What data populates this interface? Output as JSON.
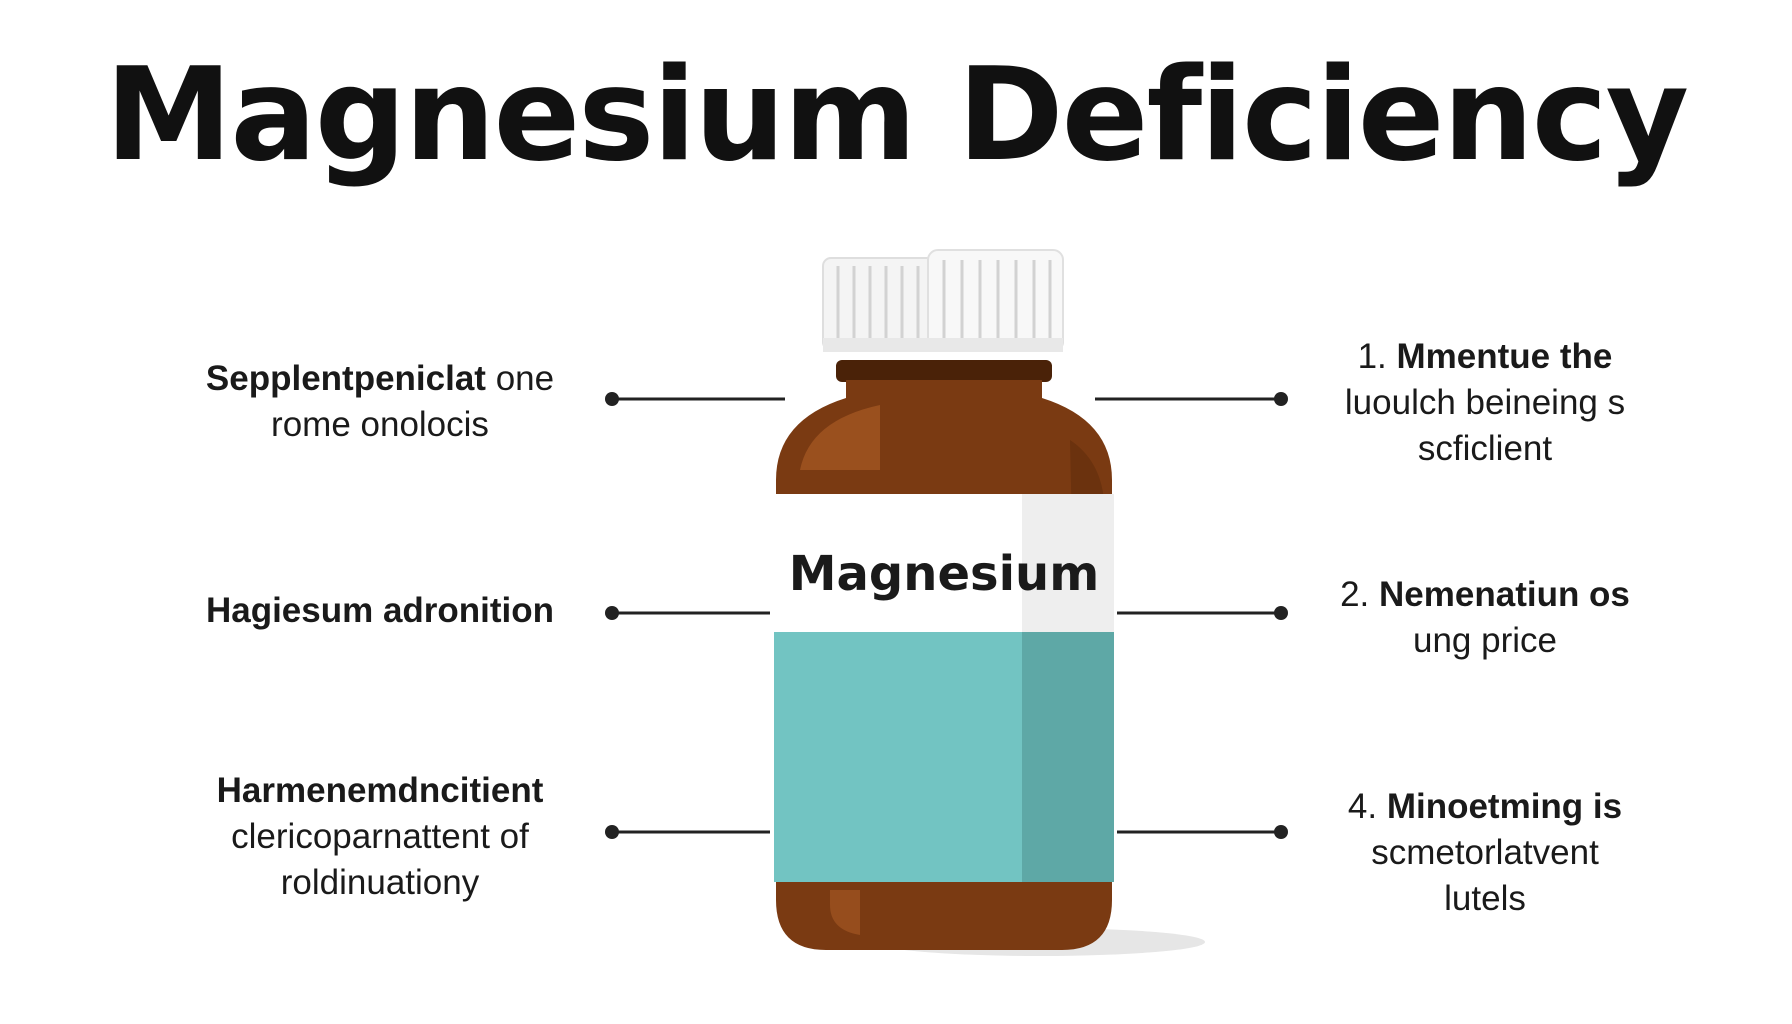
{
  "title": "Magnesium Deficiency",
  "bottle": {
    "label": "Magnesium",
    "colors": {
      "glass": "#7a3a12",
      "glass_highlight": "#a85a24",
      "cap": "#f4f4f4",
      "label_white": "#ffffff",
      "label_teal": "#72c4c2",
      "label_teal_shade": "#5ea8a6"
    }
  },
  "callouts": {
    "left": [
      {
        "lines": [
          {
            "text": "Sepplentpeniclat",
            "bold": true,
            "rest": " one"
          },
          {
            "text": "rome onolocis",
            "bold": false
          }
        ]
      },
      {
        "lines": [
          {
            "text": "Hagiesum adronition",
            "bold": true
          }
        ]
      },
      {
        "lines": [
          {
            "text": "Harmenemdncitient",
            "bold": true
          },
          {
            "text": "clericoparnattent of",
            "bold": false
          },
          {
            "text": "roldinuationy",
            "bold": false
          }
        ]
      }
    ],
    "right": [
      {
        "number": "1.",
        "lines": [
          {
            "text": "Mmentue the",
            "bold": true
          },
          {
            "text": "luoulch beineing s",
            "bold": false
          },
          {
            "text": "scficlient",
            "bold": false
          }
        ]
      },
      {
        "number": "2.",
        "lines": [
          {
            "text": "Nemenatiun os",
            "bold": true
          },
          {
            "text": "ung price",
            "bold": false
          }
        ]
      },
      {
        "number": "4.",
        "lines": [
          {
            "text": "Minoetming is",
            "bold": true
          },
          {
            "text": "scmetorlatvent",
            "bold": false
          },
          {
            "text": "lutels",
            "bold": false
          }
        ]
      }
    ]
  }
}
